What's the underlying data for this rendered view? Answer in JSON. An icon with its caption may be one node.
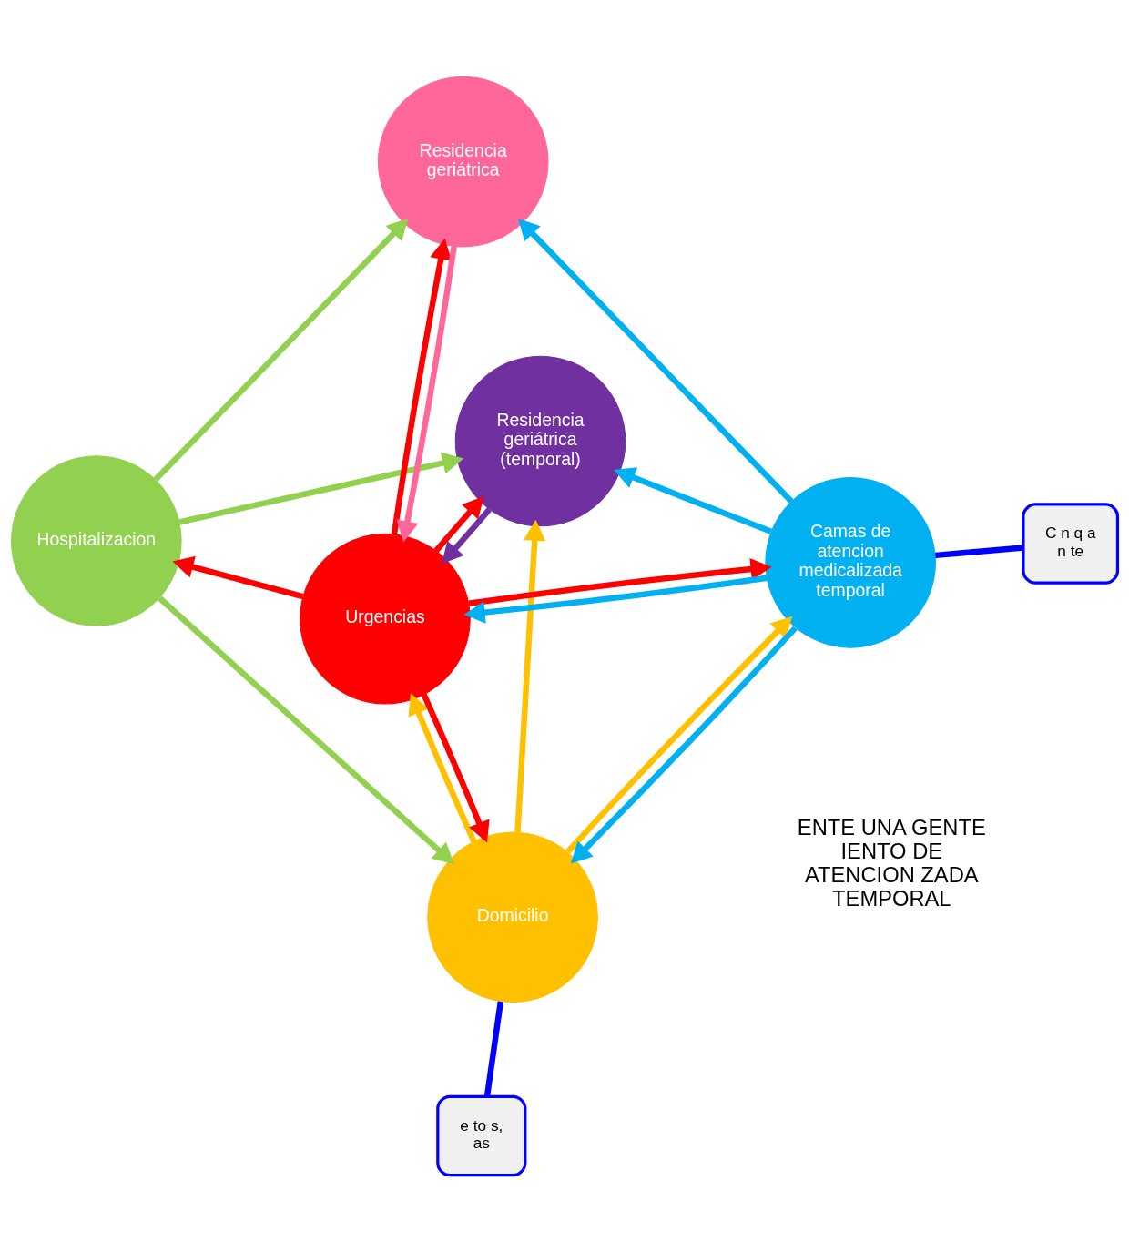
{
  "diagram": {
    "nodes": [
      {
        "text": [
          "Hospitalizacion"
        ]
      },
      {
        "text": [
          "Domicilio"
        ]
      },
      {
        "text": [
          "Urgencias"
        ]
      },
      {
        "text": [
          "Residencia geriátrica"
        ]
      },
      {
        "text": [
          "Camas de atencion medicalizada temporal"
        ]
      },
      {
        "text": [
          "Residencia geriátrica (temporal)"
        ]
      },
      {
        "text": [
          "e to s, as"
        ]
      },
      {
        "text": [
          "C n q a n te"
        ]
      }
    ],
    "edges": [
      {
        "from": 0,
        "to": 1,
        "arrow": "to",
        "color": "#92d050"
      },
      {
        "from": 0,
        "to": 3,
        "arrow": "to",
        "color": "#92d050"
      },
      {
        "from": 0,
        "to": 5,
        "arrow": "to",
        "color": "#92d050"
      },
      {
        "from": 2,
        "to": 0,
        "arrow": "to",
        "color": "#ff0000"
      },
      {
        "from": 2,
        "to": 1,
        "arrow": "to",
        "color": "#ff0000"
      },
      {
        "from": 2,
        "to": 3,
        "arrow": "to",
        "color": "#ff0000"
      },
      {
        "from": 2,
        "to": 5,
        "arrow": "to",
        "color": "#ff0000"
      },
      {
        "from": 2,
        "to": 4,
        "arrow": "to",
        "color": "#ff0000"
      },
      {
        "from": 1,
        "to": 2,
        "arrow": "to",
        "color": "#ffc000"
      },
      {
        "from": 1,
        "to": 4,
        "arrow": "to",
        "color": "#ffc000"
      },
      {
        "from": 1,
        "to": 5,
        "arrow": "to",
        "color": "#ffc000"
      },
      {
        "from": 4,
        "to": 2,
        "arrow": "to",
        "color": "#00b0f0"
      },
      {
        "from": 4,
        "to": 1,
        "arrow": "to",
        "color": "#00b0f0"
      },
      {
        "from": 4,
        "to": 3,
        "arrow": "to",
        "color": "#00b0f0"
      },
      {
        "from": 4,
        "to": 5,
        "arrow": "to",
        "color": "#00b0f0"
      },
      {
        "from": 3,
        "to": 2,
        "arrow": "to",
        "color": "#ff6699"
      },
      {
        "from": 5,
        "to": 2,
        "arrow": "to",
        "color": "#7030a0"
      },
      {
        "from": 6,
        "to": 1,
        "arrow": "none",
        "color": "#0000ff"
      },
      {
        "from": 7,
        "to": 4,
        "arrow": "none",
        "color": "#0000ff"
      }
    ],
    "labels": [
      "ENTE UNA GENTE IENTO DE ATENCION ZADA TEMPORAL"
    ]
  }
}
